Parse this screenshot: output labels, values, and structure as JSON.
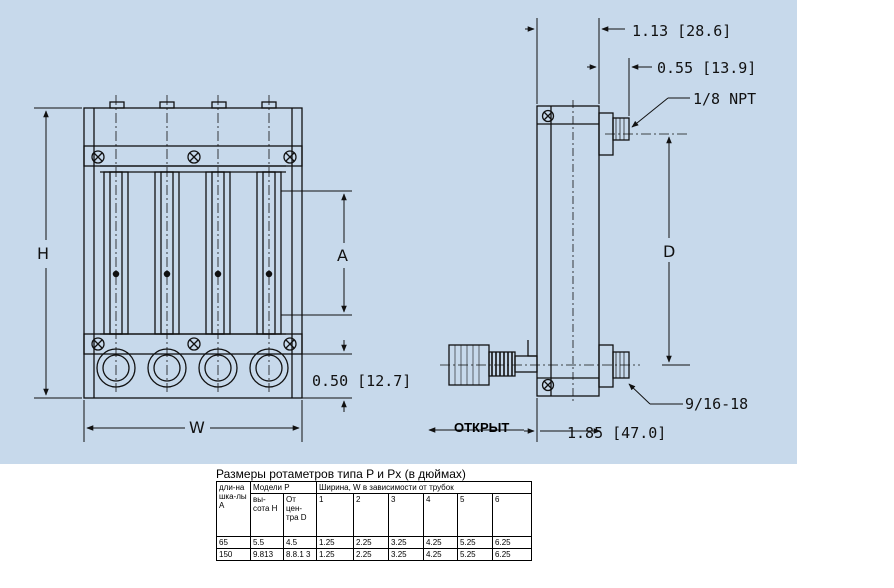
{
  "drawing": {
    "dimensions": {
      "overall_depth": "1.13 [28.6]",
      "port_offset": "0.55 [13.9]",
      "inlet_thread": "1/8 NPT",
      "outlet_thread": "9/16-18",
      "bottom_offset": "0.50 [12.7]",
      "base_depth": "1.85 [47.0]"
    },
    "letters": {
      "height": "H",
      "scale_length": "A",
      "width": "W",
      "center_distance": "D"
    },
    "open_label": "ОТКРЫТ"
  },
  "table": {
    "caption": "Размеры ротаметров типа P и Px (в дюймах)",
    "col_scale": "дли-на шка-лы A",
    "col_models": "Модели P",
    "col_height": "вы-сота H",
    "col_center": "От цен-тра D",
    "col_width": "Ширина, W  в зависимости от трубок",
    "tube_counts": [
      "1",
      "2",
      "3",
      "4",
      "5",
      "6"
    ],
    "rows": [
      {
        "a": "65",
        "h": "5.5",
        "d": "4.5",
        "w": [
          "1.25",
          "2.25",
          "3.25",
          "4.25",
          "5.25",
          "6.25"
        ]
      },
      {
        "a": "150",
        "h": "9.813",
        "d": "8.8.1 3",
        "w": [
          "1.25",
          "2.25",
          "3.25",
          "4.25",
          "5.25",
          "6.25"
        ]
      }
    ]
  }
}
